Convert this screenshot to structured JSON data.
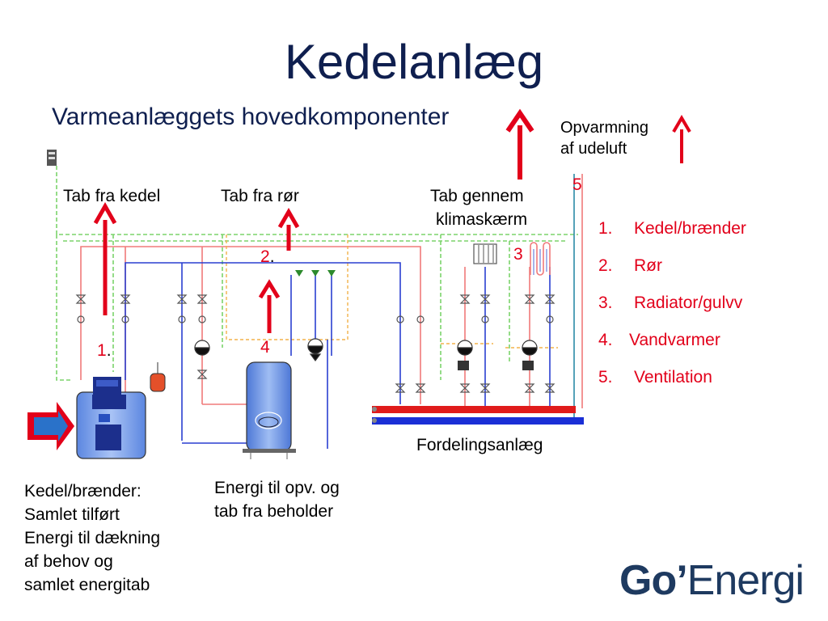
{
  "title": "Kedelanlæg",
  "subtitle": "Varmeanlæggets hovedkomponenter",
  "labels": {
    "tab_kedel": "Tab fra kedel",
    "tab_ror": "Tab fra rør",
    "tab_klima_line1": "Tab gennem",
    "tab_klima_line2": "klimaskærm",
    "opvarmning_line1": "Opvarmning",
    "opvarmning_line2": "af udeluft",
    "fordeling": "Fordelingsanlæg",
    "kedel_desc": [
      "Kedel/brænder:",
      "Samlet tilført",
      "Energi til dækning",
      "af behov og",
      "samlet energitab"
    ],
    "beholder_desc": [
      "Energi til opv. og",
      "tab fra beholder"
    ]
  },
  "markers": {
    "m1": "1",
    "m1_dot": ".",
    "m2": "2",
    "m2_dot": ".",
    "m3": "3",
    "m4": "4",
    "m5": "5"
  },
  "legend": [
    {
      "num": "1.",
      "text": "Kedel/brænder"
    },
    {
      "num": "2.",
      "text": "Rør"
    },
    {
      "num": "3.",
      "text": "Radiator/gulvv"
    },
    {
      "num": "4.",
      "text": "Vandvarmer"
    },
    {
      "num": "5.",
      "text": "Ventilation"
    }
  ],
  "logo": {
    "part1": "Go’",
    "part2": "Energi"
  },
  "colors": {
    "accent_red": "#e2001a",
    "title_navy": "#0f1f4f",
    "pipe_blue": "#2a3fd0",
    "pipe_green": "#7bd36b",
    "tank_blue": "#6f97e6",
    "logo_navy": "#1e3a60"
  }
}
